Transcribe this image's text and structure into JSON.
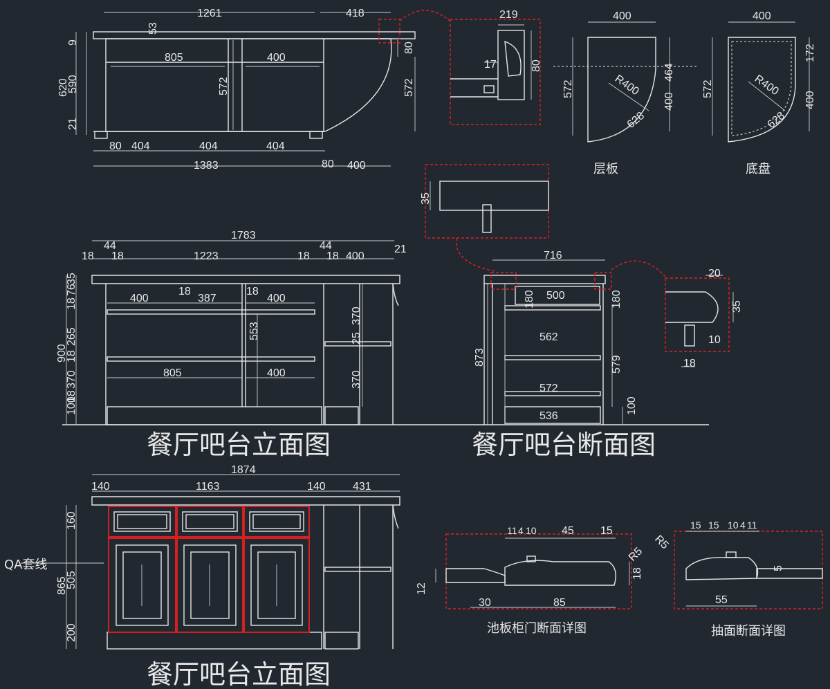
{
  "colors": {
    "background": "#212830",
    "linework": "#e6e6e6",
    "detail_callout": "#e02020"
  },
  "titles": {
    "elevation_top": "餐厅吧台立面图",
    "section": "餐厅吧台断面图",
    "elevation_bottom": "餐厅吧台立面图",
    "shelf": "层板",
    "bottom_tray": "底盘",
    "door_section": "池板柜门断面详图",
    "drawer_section": "抽面断面详图",
    "qa_note": "QA套线"
  },
  "plan": {
    "top_width": "1261",
    "top_right": "418",
    "height_total": "620",
    "h_9": "9",
    "h_590": "590",
    "h_21": "21",
    "h_53": "53",
    "inner_805": "805",
    "inner_400": "400",
    "inner_572": "572",
    "right_80": "80",
    "right_572": "572",
    "bottom_80": "80",
    "bottom_404a": "404",
    "bottom_404b": "404",
    "bottom_404c": "404",
    "bottom_total": "1383",
    "bottom_r80": "80",
    "bottom_r400": "400"
  },
  "top_detail": {
    "w_219": "219",
    "h_17": "17",
    "h_80": "80"
  },
  "shelf_plan": {
    "w": "400",
    "h": "572",
    "r": "R400",
    "r2": "628",
    "side": "400",
    "side2": "464"
  },
  "tray_plan": {
    "w": "400",
    "h": "572",
    "r": "R400",
    "r2": "628",
    "side": "400",
    "side2": "172"
  },
  "edge_detail": {
    "h_35": "35"
  },
  "elevation": {
    "overall": "1783",
    "left_44": "44",
    "left_18a": "18",
    "left_18b": "18",
    "mid": "1223",
    "right_18a": "18",
    "right_44": "44",
    "right_18b": "18",
    "right_400": "400",
    "right_21": "21",
    "h_900": "900",
    "h_35": "35",
    "h_76": "76",
    "h_18a": "18",
    "h_265": "265",
    "h_18b": "18",
    "h_370": "370",
    "h_18c": "18",
    "h_100": "100",
    "shelf_400a": "400",
    "shelf_387": "387",
    "shelf_400b": "400",
    "shelf_18a": "18",
    "shelf_18b": "18",
    "v_553": "553",
    "low_805": "805",
    "low_400": "400",
    "side_370a": "370",
    "side_25": "25",
    "side_370b": "370"
  },
  "section": {
    "top": "716",
    "h_873": "873",
    "w_500": "500",
    "h_180a": "180",
    "h_180b": "180",
    "w_562": "562",
    "w_572": "572",
    "w_536": "536",
    "h_579": "579",
    "h_100": "100"
  },
  "nose_detail": {
    "w_20": "20",
    "h_35": "35",
    "w_10": "10",
    "w_18": "18"
  },
  "front": {
    "overall": "1874",
    "left_140": "140",
    "mid": "1163",
    "right_140": "140",
    "right_431": "431",
    "h_865": "865",
    "h_160": "160",
    "h_505": "505",
    "h_200": "200"
  },
  "door_detail": {
    "d_11": "11",
    "d_4": "4",
    "d_10": "10",
    "d_45": "45",
    "d_15": "15",
    "r5a": "R5",
    "r5b": "R5",
    "h_18": "18",
    "h_12": "12",
    "w_30": "30",
    "w_85": "85"
  },
  "drawer_detail": {
    "d_15a": "15",
    "d_15b": "15",
    "d_10": "10",
    "d_4": "4",
    "d_11": "11",
    "h_5": "5",
    "w_55": "55"
  }
}
